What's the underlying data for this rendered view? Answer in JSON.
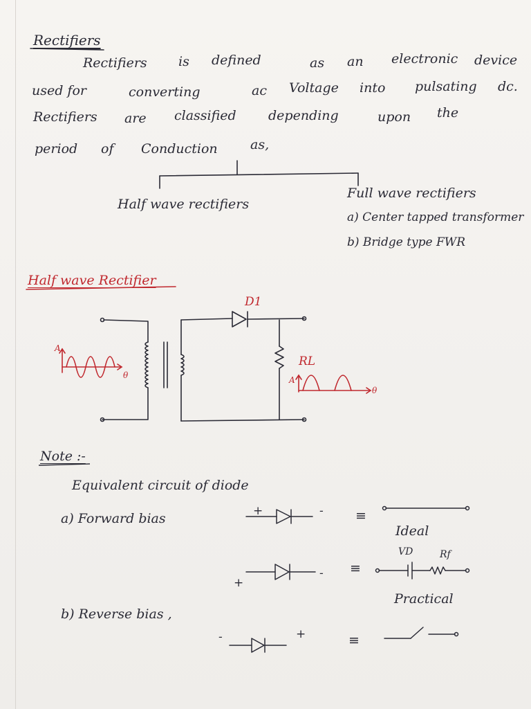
{
  "heading": "Rectifiers",
  "intro": {
    "line1": [
      "Rectifiers",
      "is",
      "defined",
      "as",
      "an",
      "electronic",
      "device"
    ],
    "line2": [
      "used for",
      "converting",
      "ac",
      "Voltage",
      "into",
      "pulsating",
      "dc."
    ],
    "line3": [
      "Rectifiers",
      "are",
      "classified",
      "depending",
      "upon",
      "the"
    ],
    "line4": [
      "period",
      "of",
      "Conduction",
      "as,"
    ]
  },
  "classification": {
    "half_wave": "Half wave rectifiers",
    "full_wave": "Full wave rectifiers",
    "full_a": "a) Center tapped transformer",
    "full_b": "b) Bridge type FWR"
  },
  "section_hwr": "Half wave Rectifier",
  "circuit": {
    "diode_label": "D1",
    "load_label": "RL",
    "axis_a": "A",
    "axis_theta": "θ"
  },
  "note": {
    "title": "Note :-",
    "eq_title": "Equivalent circuit of diode",
    "forward": "a) Forward bias",
    "reverse": "b) Reverse bias ,",
    "ideal": "Ideal",
    "practical": "Practical",
    "vd": "VD",
    "rf": "Rf",
    "plus": "+",
    "minus": "-",
    "equiv": "≡"
  },
  "colors": {
    "ink": "#2a2a35",
    "red": "#c0282e",
    "paper": "#f3f1ee"
  }
}
